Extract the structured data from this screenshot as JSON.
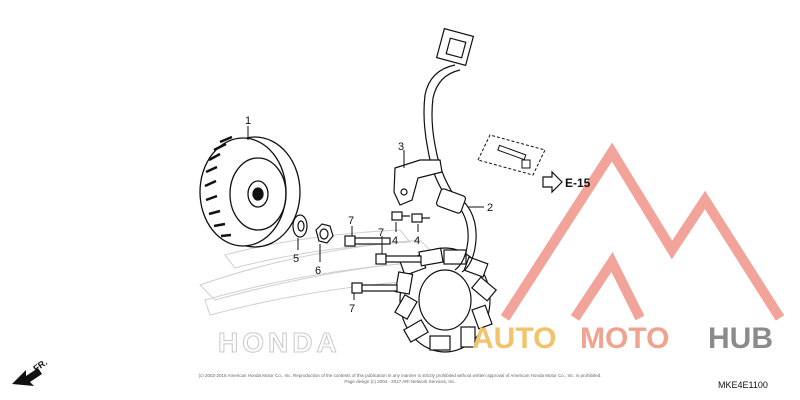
{
  "diagram": {
    "parts": [
      {
        "label": "1"
      },
      {
        "label": "2"
      },
      {
        "label": "3"
      },
      {
        "label": "4"
      },
      {
        "label": "4"
      },
      {
        "label": "5"
      },
      {
        "label": "6"
      },
      {
        "label": "7"
      },
      {
        "label": "7"
      },
      {
        "label": "7"
      }
    ],
    "reference": "E-15",
    "direction_label": "FR.",
    "diagram_code": "MKE4E1100",
    "copyright_line1": "(c) 2002-2015 American Honda Motor Co., Inc. Reproduction of the contents of this publication in any manner is strictly prohibited without written approval of American Honda Motor Co., Inc. is prohibited.",
    "copyright_line2": "Page design (c) 2004 - 2017 ARI Network Services, Inc.",
    "background_brand": "HONDA"
  },
  "watermark": {
    "part1": "AUTO",
    "part2": "MOTO",
    "part3": "HUB",
    "colors": {
      "auto": "#f2c36b",
      "moto": "#f0a48f",
      "hub": "#8b8b8b",
      "logo": "#f2a39a"
    }
  }
}
